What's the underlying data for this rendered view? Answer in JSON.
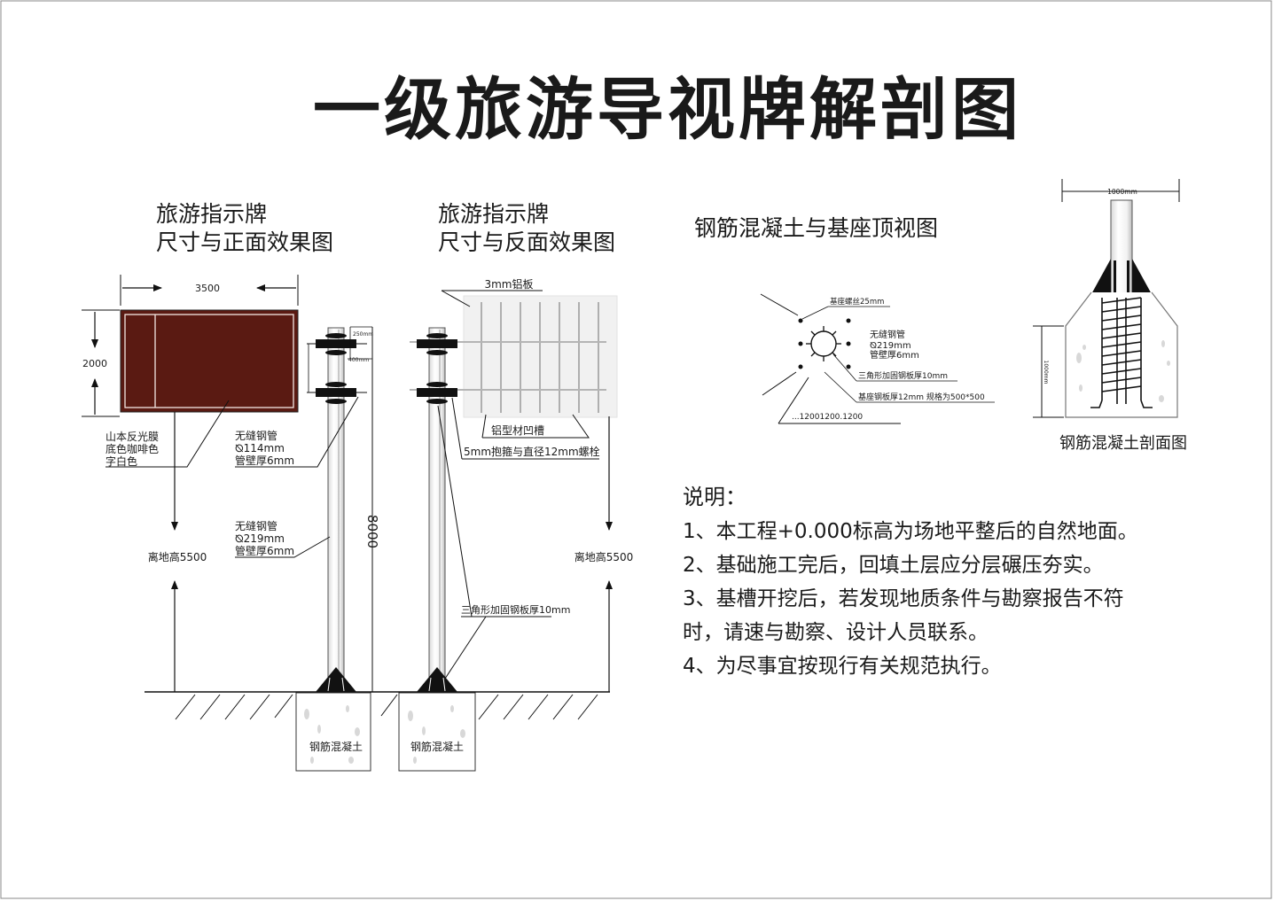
{
  "title": "一级旅游导视牌解剖图",
  "front_view": {
    "heading_line1": "旅游指示牌",
    "heading_line2": "尺寸与正面效果图",
    "width_dim": "3500",
    "height_dim": "2000",
    "panel_note_line1": "山本反光膜",
    "panel_note_line2": "底色咖啡色",
    "panel_note_line3": "字白色",
    "upper_pipe_line1": "无缝钢管",
    "upper_pipe_line2": "⦰114mm",
    "upper_pipe_line3": "管壁厚6mm",
    "lower_pipe_line1": "无缝钢管",
    "lower_pipe_line2": "⦰219mm",
    "lower_pipe_line3": "管壁厚6mm",
    "clearance_label": "离地高5500",
    "overall_height": "8000",
    "small_dim_a": "250mm",
    "small_dim_b": "400mm",
    "footing_label": "钢筋混凝土",
    "panel_color": "#5a1a12"
  },
  "back_view": {
    "heading_line1": "旅游指示牌",
    "heading_line2": "尺寸与反面效果图",
    "plate_label": "3mm铝板",
    "channel_label": "铝型材凹槽",
    "clamp_label": "5mm抱箍与直径12mm螺栓",
    "gusset_label": "三角形加固钢板厚10mm",
    "clearance_label": "离地高5500",
    "footing_label": "钢筋混凝土"
  },
  "top_view": {
    "heading": "钢筋混凝土与基座顶视图",
    "bolt_label": "基座螺丝25mm",
    "pipe_line1": "无缝钢管",
    "pipe_line2": "⦰219mm",
    "pipe_line3": "管壁厚6mm",
    "gusset_label": "三角形加固钢板厚10mm",
    "base_plate_label": "基座钢板厚12mm  规格为500*500",
    "spacing_label": "...12001200.1200"
  },
  "section_view": {
    "width_dim": "1000mm",
    "depth_dim": "1000mm",
    "caption": "钢筋混凝土剖面图"
  },
  "notes": {
    "heading": "说明：",
    "items": [
      "1、本工程+0.000标高为场地平整后的自然地面。",
      "2、基础施工完后，回填土层应分层碾压夯实。",
      "3、基槽开挖后，若发现地质条件与勘察报告不符",
      "时，请速与勘察、设计人员联系。",
      "4、为尽事宜按现行有关规范执行。"
    ]
  }
}
